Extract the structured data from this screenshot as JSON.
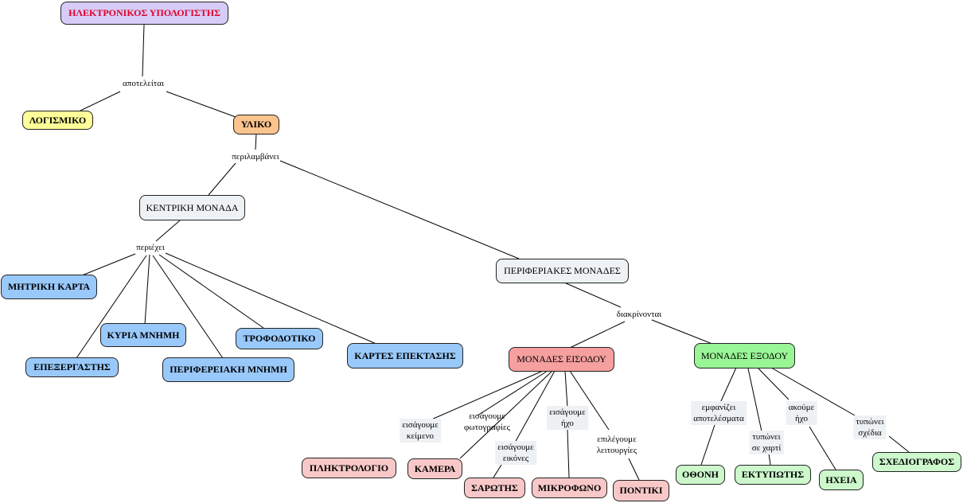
{
  "diagram": {
    "nodes": {
      "computer": "ΗΛΕΚΤΡΟΝΙΚΟΣ ΥΠΟΛΟΓΙΣΤΗΣ",
      "software": "ΛΟΓΙΣΜΙΚΟ",
      "hardware": "ΥΛΙΚΟ",
      "central_unit": "ΚΕΝΤΡΙΚΗ ΜΟΝΑΔΑ",
      "peripheral_units": "ΠΕΡΙΦΕΡΙΑΚΕΣ ΜΟΝΑΔΕΣ",
      "motherboard": "ΜΗΤΡΙΚΗ ΚΑΡΤΑ",
      "main_memory": "ΚΥΡΙΑ ΜΝΗΜΗ",
      "power_supply": "ΤΡΟΦΟΔΟΤΙΚΟ",
      "expansion_cards": "ΚΑΡΤΕΣ ΕΠΕΚΤΑΣΗΣ",
      "processor": "ΕΠΕΞΕΡΓΑΣΤΗΣ",
      "peripheral_memory": "ΠΕΡΙΦΕΡΕΙΑΚΗ ΜΝΗΜΗ",
      "input_units": "ΜΟΝΑΔΕΣ ΕΙΣΟΔΟΥ",
      "output_units": "ΜΟΝΑΔΕΣ ΕΞΟΔΟΥ",
      "keyboard": "ΠΛΗΚΤΡΟΛΟΓΙΟ",
      "camera": "ΚΑΜΕΡΑ",
      "scanner": "ΣΑΡΩΤΗΣ",
      "microphone": "ΜΙΚΡΟΦΩΝΟ",
      "mouse": "ΠΟΝΤΙΚΙ",
      "screen": "ΟΘΟΝΗ",
      "printer": "ΕΚΤΥΠΩΤΗΣ",
      "speakers": "ΗΧΕΙΑ",
      "plotter": "ΣΧΕΔΙΟΓΡΑΦΟΣ"
    },
    "links": {
      "consists_of": "αποτελείται",
      "includes": "περιλαμβάνει",
      "contains": "περιέχει",
      "are_divided": "διακρίνονται",
      "enter_text": "εισάγουμε\nκείμενο",
      "enter_photos": "εισάγουμε\nφωτογραφίες",
      "enter_images": "εισάγουμε\nεικόνες",
      "enter_sound": "εισάγουμε\nήχο",
      "select_functions": "επιλέγουμε\nλειτουργίες",
      "show_results": "εμφανίζει\nαποτελέσματα",
      "print_paper": "τυπώνει\nσε χαρτί",
      "hear_sound": "ακούμε\nήχο",
      "print_drawings": "τυπώνει\nσχέδια"
    },
    "colors": {
      "computer_fill": "#d6ccf7",
      "computer_text": "#e0002a",
      "software_fill": "#ffff99",
      "hardware_fill": "#fbc38d",
      "grey_fill": "#eef2f5",
      "blue_fill": "#99c9fb",
      "input_fill": "#f59f9f",
      "output_fill": "#99f596",
      "pink_fill": "#f8c8c8",
      "lightgreen_fill": "#ccf8cc"
    }
  }
}
